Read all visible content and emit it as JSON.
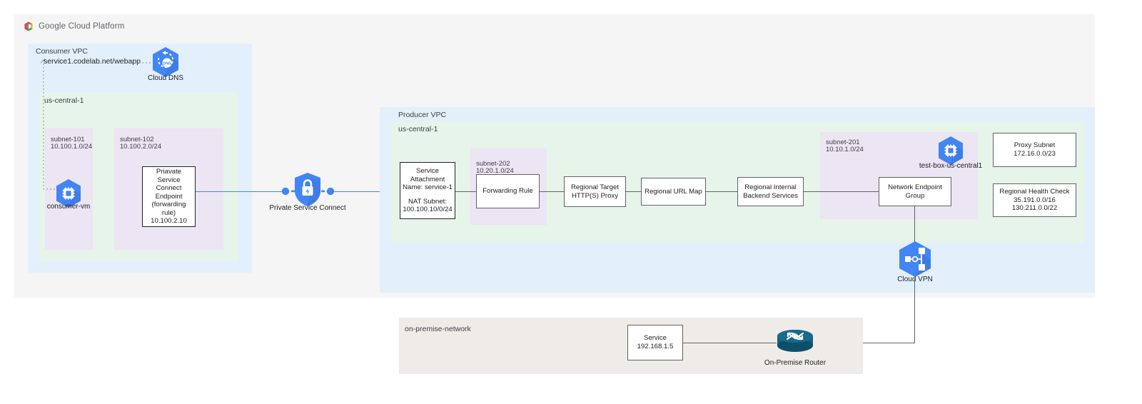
{
  "brand": {
    "name": "Google Cloud Platform",
    "logo_icon": "google-cloud-logo"
  },
  "colors": {
    "vpc_blue": "#e3f0fb",
    "region_green": "#e6f4ea",
    "subnet_purple": "#ece5f3",
    "onprem_beige": "#efece8",
    "frame_gray": "#f5f5f5",
    "google_blue": "#4285f4",
    "router_teal": "#0b6e8f",
    "line_gray": "#5f6368"
  },
  "consumer_vpc": {
    "label": "Consumer VPC",
    "dns_record": "service1.codelab.net/webapp",
    "cloud_dns": {
      "label_line1": "Cloud",
      "label_line2": "DNS",
      "icon": "cloud-dns-icon"
    },
    "region": {
      "label": "us-central-1"
    },
    "subnets": [
      {
        "name": "subnet-101",
        "cidr": "10.100.1.0/24"
      },
      {
        "name": "subnet-102",
        "cidr": "10.100.2.0/24"
      }
    ],
    "vm": {
      "label": "consumer-vm",
      "icon": "compute-engine-icon"
    },
    "psc_endpoint": {
      "line1": "Priavate Service",
      "line2": "Connect Endpoint",
      "line3": "(forwarding rule)",
      "line4": "10.100.2.10"
    }
  },
  "private_service_connect": {
    "label": "Private Service Connect",
    "icon": "private-service-connect-icon"
  },
  "producer_vpc": {
    "label": "Producer VPC",
    "region": {
      "label": "us-central-1"
    },
    "service_attachment": {
      "line1": "Service",
      "line2": "Attachment",
      "line3": "Name: service-1",
      "line4": "NAT Subnet:",
      "line5": "100.100.10/0/24"
    },
    "subnet_202": {
      "name": "subnet-202",
      "cidr": "10.20.1.0/24"
    },
    "forwarding_rule": {
      "label": "Forwarding Rule"
    },
    "target_proxy": {
      "line1": "Regional Target",
      "line2": "HTTP(S) Proxy"
    },
    "url_map": {
      "label": "Regional URL Map"
    },
    "backend_services": {
      "line1": "Regional Internal",
      "line2": "Backend Services"
    },
    "subnet_201": {
      "name": "subnet-201",
      "cidr": "10.10.1.0/24"
    },
    "test_box": {
      "label": "test-box-us-central1",
      "icon": "compute-engine-icon"
    },
    "network_endpoint_group": {
      "line1": "Network Endpoint",
      "line2": "Group"
    },
    "proxy_subnet": {
      "line1": "Proxy Subnet",
      "line2": "172.16.0.0/23"
    },
    "health_check": {
      "line1": "Regional Health Check",
      "line2": "35.191.0.0/16",
      "line3": "130.211.0.0/22"
    }
  },
  "cloud_vpn": {
    "label": "Cloud VPN",
    "icon": "cloud-vpn-icon"
  },
  "on_premise": {
    "label": "on-premise-network",
    "service": {
      "line1": "Service",
      "line2": "192.168.1.5"
    },
    "router": {
      "label": "On-Premise Router",
      "icon": "router-icon"
    }
  }
}
